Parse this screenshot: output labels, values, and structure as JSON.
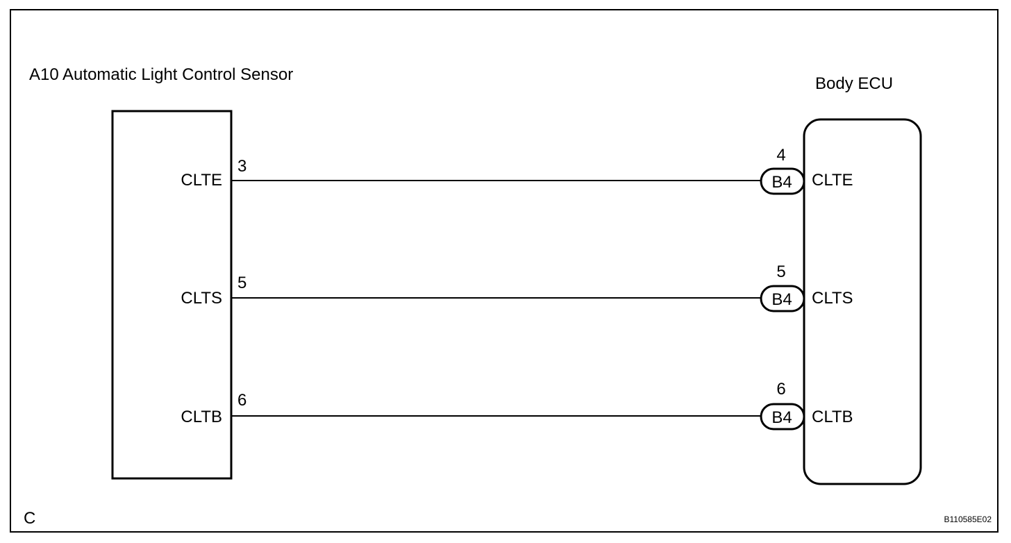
{
  "left_component": {
    "title": "A10 Automatic Light Control Sensor",
    "pins": [
      {
        "name": "CLTE",
        "number": "3"
      },
      {
        "name": "CLTS",
        "number": "5"
      },
      {
        "name": "CLTB",
        "number": "6"
      }
    ]
  },
  "right_component": {
    "title": "Body ECU",
    "pins": [
      {
        "name": "CLTE",
        "number": "4",
        "connector": "B4"
      },
      {
        "name": "CLTS",
        "number": "5",
        "connector": "B4"
      },
      {
        "name": "CLTB",
        "number": "6",
        "connector": "B4"
      }
    ]
  },
  "footer": {
    "corner_letter": "C",
    "figure_id": "B110585E02"
  }
}
